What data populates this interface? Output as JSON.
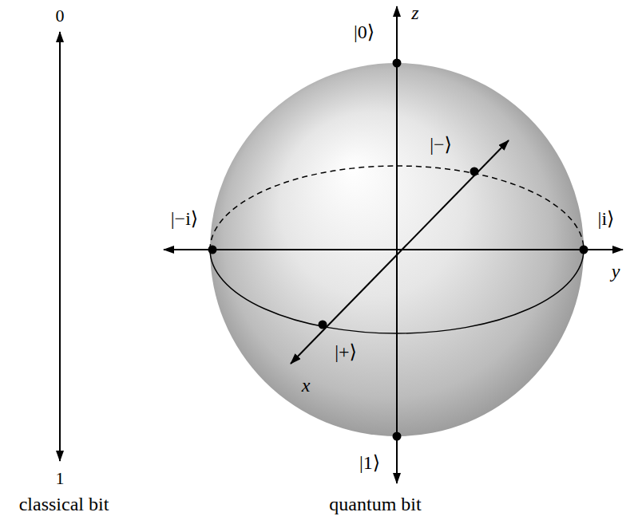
{
  "diagram": {
    "labels": [
      "0",
      "1",
      "classical bit",
      "|0⟩",
      "z",
      "|−⟩",
      "|−i⟩",
      "|i⟩",
      "y",
      "|+⟩",
      "x",
      "|1⟩",
      "quantum bit"
    ]
  }
}
